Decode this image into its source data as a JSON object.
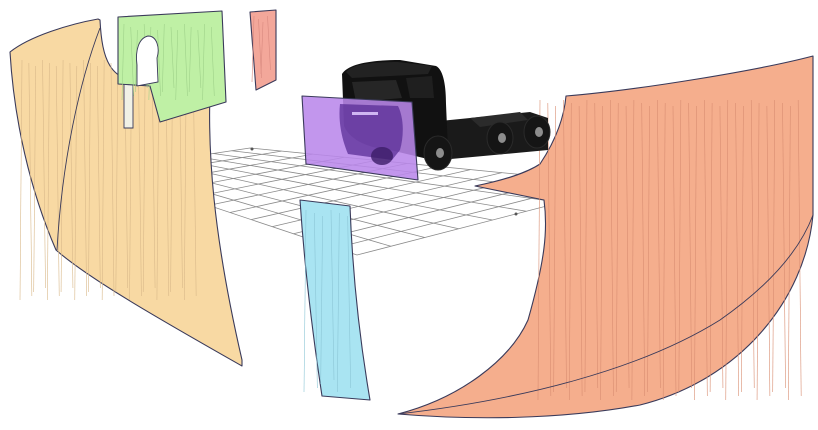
{
  "scene": {
    "colors": {
      "left_panel": "#f8d9a3",
      "left_upper_panel": "#bff0a5",
      "left_top_panel": "#f3a79a",
      "right_panel": "#f5ae8d",
      "bottom_center_panel": "#a9e4f2",
      "front_panel": "#b987ea",
      "truck_body": "#111111",
      "grid": "#8a8a8a",
      "panel_outline": "#3a3a5a"
    },
    "icons": [
      "truck-model",
      "mirror-surfaces",
      "ground-grid"
    ]
  }
}
